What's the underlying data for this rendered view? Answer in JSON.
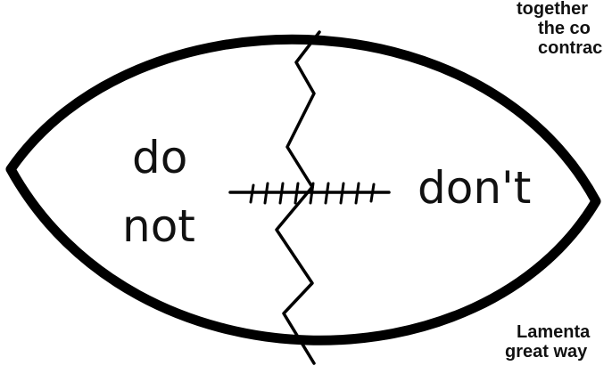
{
  "labels": {
    "left_top": "do",
    "left_bottom": "not",
    "right": "don't"
  },
  "side_text": {
    "top_line1": "together",
    "top_line2": "the co",
    "top_line3": "contrac",
    "bottom_line1": "Lamenta",
    "bottom_line2": "great way"
  },
  "colors": {
    "outline": "#000000",
    "background": "#ffffff"
  }
}
